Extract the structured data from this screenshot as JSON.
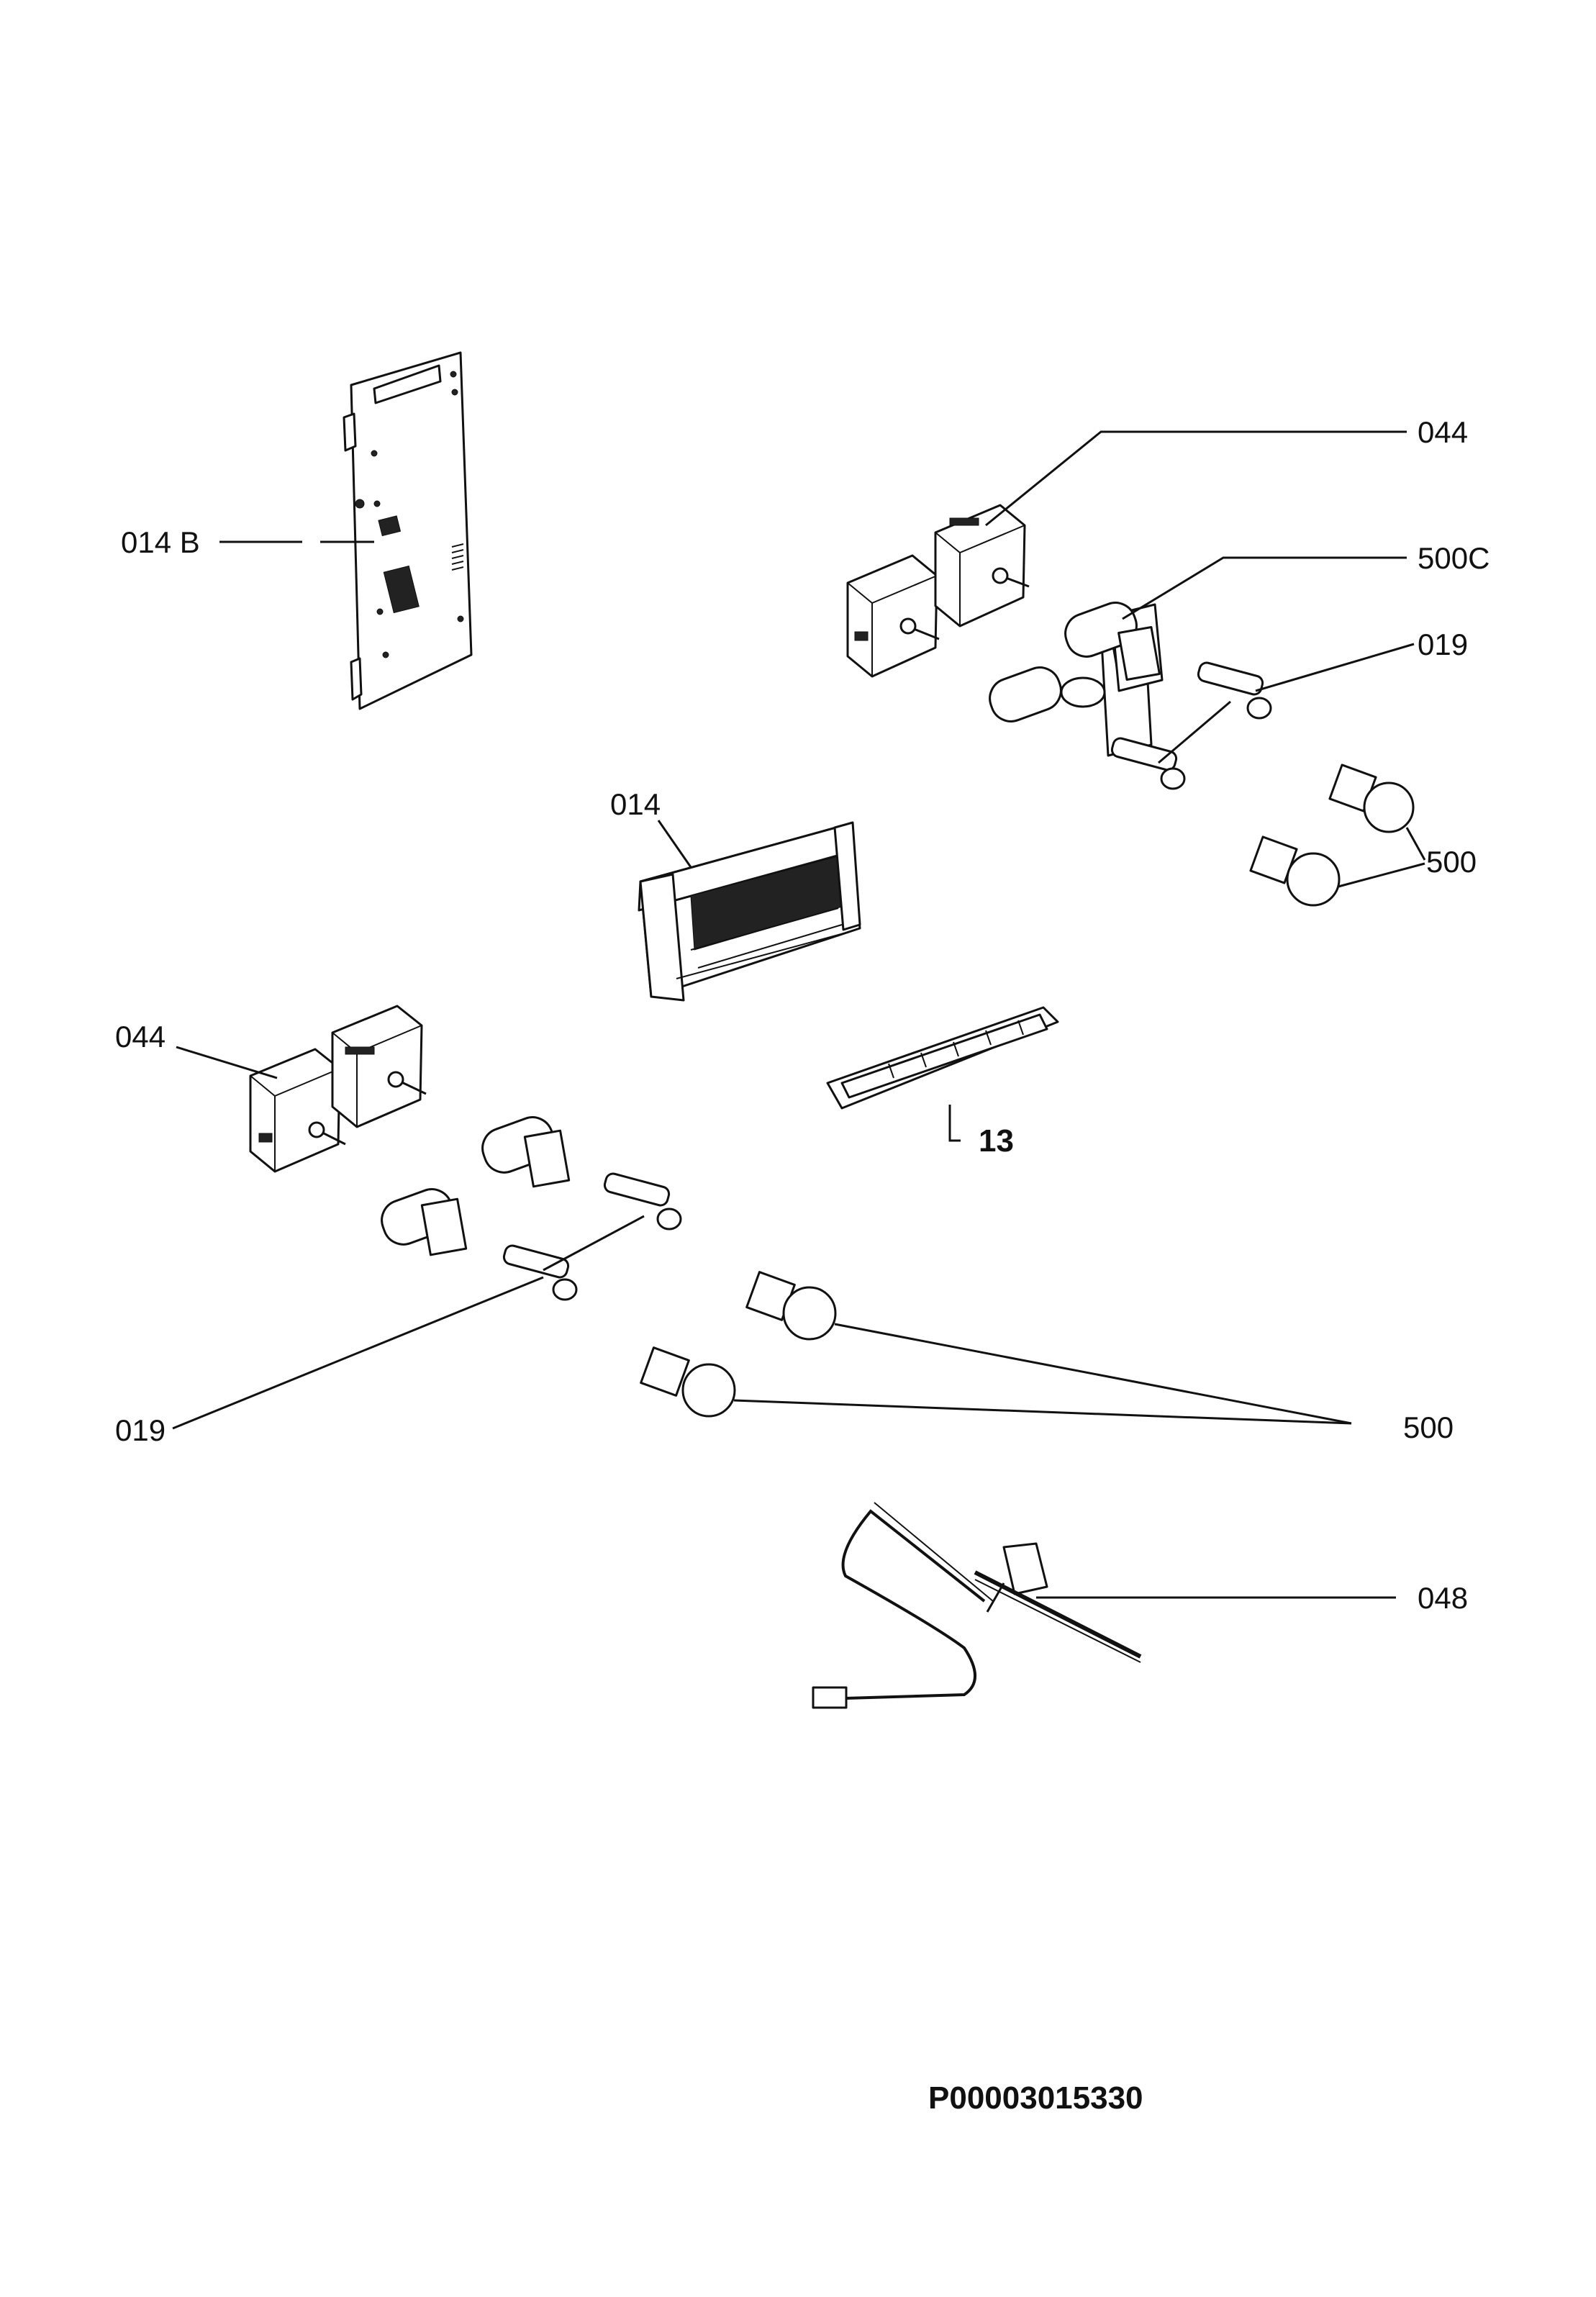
{
  "diagram": {
    "labels": {
      "pcb_014b": "014 B",
      "selector_044_top": "044",
      "part_500c": "500C",
      "pin_019_top": "019",
      "display_014": "014",
      "knob_500_right": "500",
      "selector_044_left": "044",
      "strip_13": "13",
      "pin_019_bottom": "019",
      "knob_500_bottom": "500",
      "probe_048": "048"
    },
    "drawing_code": "P00003015330"
  }
}
